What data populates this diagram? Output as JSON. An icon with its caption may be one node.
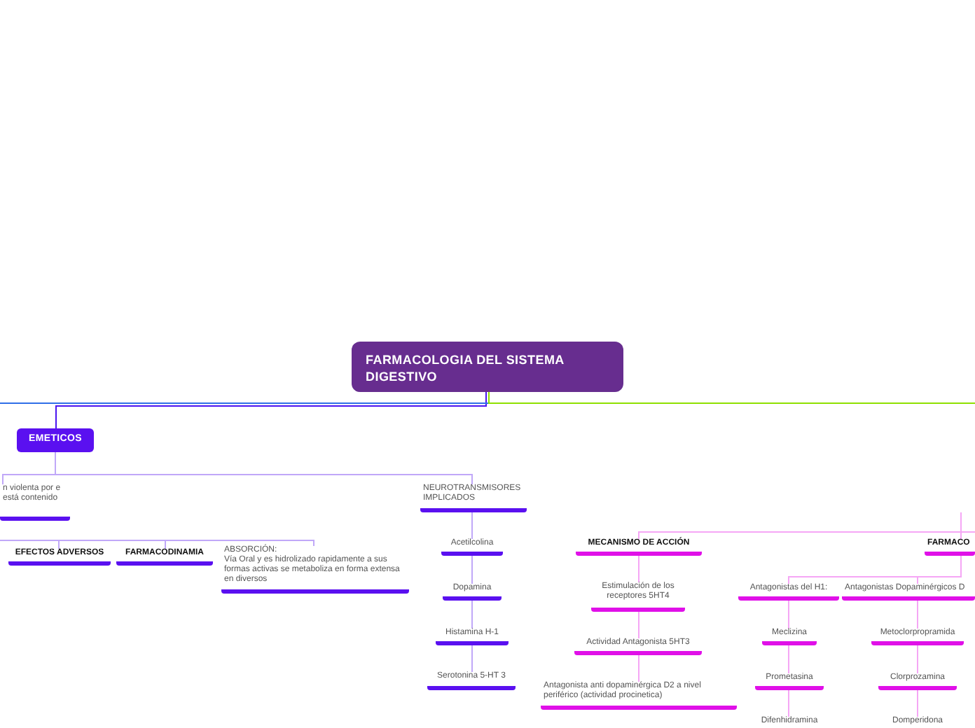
{
  "diagram": {
    "nodes": [
      {
        "text": [
          "FARMACOLOGIA DEL SISTEMA DIGESTIVO"
        ]
      },
      {
        "text": [
          "EMETICOS"
        ]
      },
      {
        "text": [
          "n violenta por e está contenido"
        ]
      },
      {
        "text": [
          "NEUROTRANSMISORES IMPLICADOS"
        ]
      },
      {
        "text": [
          "EFECTOS ADVERSOS"
        ]
      },
      {
        "text": [
          "FARMACODINAMIA"
        ]
      },
      {
        "text": [
          "ABSORCIÓN:",
          "Vía Oral y es hidrolizado rapidamente a sus formas activas se metaboliza en forma extensa en diversos"
        ]
      },
      {
        "text": [
          "Acetilcolina"
        ]
      },
      {
        "text": [
          "Dopamina"
        ]
      },
      {
        "text": [
          "Histamina H-1"
        ]
      },
      {
        "text": [
          "Serotonina 5-HT 3"
        ]
      },
      {
        "text": [
          "MECANISMO DE ACCIÓN"
        ]
      },
      {
        "text": [
          "Estimulación de los receptores 5HT4"
        ]
      },
      {
        "text": [
          "Actividad Antagonista 5HT3"
        ]
      },
      {
        "text": [
          "Antagonista anti dopaminérgica D2 a nivel periférico (actividad procinetica)"
        ]
      },
      {
        "text": [
          "FARMACO"
        ]
      },
      {
        "text": [
          "Antagonistas del H1:"
        ]
      },
      {
        "text": [
          "Antagonistas Dopaminérgicos D"
        ]
      },
      {
        "text": [
          "Meclizina"
        ]
      },
      {
        "text": [
          "Prometasina"
        ]
      },
      {
        "text": [
          "Difenhidramina"
        ]
      },
      {
        "text": [
          "Metoclorpropramida"
        ]
      },
      {
        "text": [
          "Clorprozamina"
        ]
      },
      {
        "text": [
          "Domperidona"
        ]
      }
    ],
    "edges": [
      {
        "from": 0,
        "to": 1,
        "arrow": "none",
        "color": "#4a14f0"
      },
      {
        "from": 0,
        "to": null,
        "arrow": "none",
        "color": "#2f6fe8"
      },
      {
        "from": 0,
        "to": null,
        "arrow": "none",
        "color": "#8ee000"
      },
      {
        "from": 1,
        "to": 2,
        "arrow": "none",
        "color": "#c0a8f8"
      },
      {
        "from": 1,
        "to": 3,
        "arrow": "none",
        "color": "#c0a8f8"
      },
      {
        "from": null,
        "to": 4,
        "arrow": "none",
        "color": "#c0a8f8"
      },
      {
        "from": null,
        "to": 5,
        "arrow": "none",
        "color": "#c0a8f8"
      },
      {
        "from": null,
        "to": 6,
        "arrow": "none",
        "color": "#c0a8f8"
      },
      {
        "from": 3,
        "to": 7,
        "arrow": "none",
        "color": "#c0a8f8"
      },
      {
        "from": 7,
        "to": 8,
        "arrow": "none",
        "color": "#c0a8f8"
      },
      {
        "from": 8,
        "to": 9,
        "arrow": "none",
        "color": "#c0a8f8"
      },
      {
        "from": 9,
        "to": 10,
        "arrow": "none",
        "color": "#c0a8f8"
      },
      {
        "from": null,
        "to": 11,
        "arrow": "none"
      },
      {
        "from": null,
        "to": 15,
        "arrow": "none"
      },
      {
        "from": 11,
        "to": 12,
        "arrow": "none"
      },
      {
        "from": 12,
        "to": 13,
        "arrow": "none"
      },
      {
        "from": 13,
        "to": 14,
        "arrow": "none"
      },
      {
        "from": 15,
        "to": 16,
        "arrow": "none"
      },
      {
        "from": 15,
        "to": 17,
        "arrow": "none"
      },
      {
        "from": 16,
        "to": 18,
        "arrow": "none"
      },
      {
        "from": 18,
        "to": 19,
        "arrow": "none"
      },
      {
        "from": 19,
        "to": 20,
        "arrow": "none"
      },
      {
        "from": 17,
        "to": 21,
        "arrow": "none"
      },
      {
        "from": 21,
        "to": 22,
        "arrow": "none"
      },
      {
        "from": 22,
        "to": 23,
        "arrow": "none"
      }
    ]
  }
}
